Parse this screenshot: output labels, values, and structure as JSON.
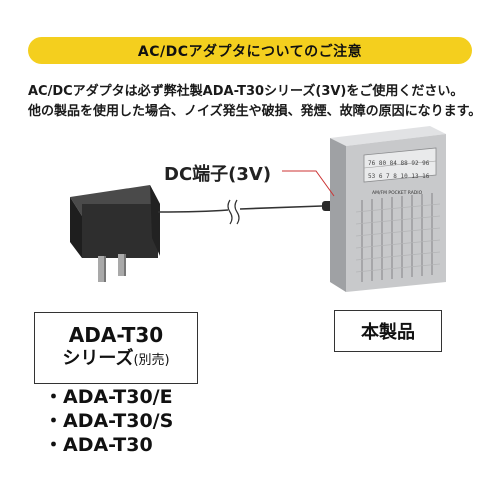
{
  "banner": {
    "title": "AC/DCアダプタについてのご注意"
  },
  "notice": {
    "line1": "AC/DCアダプタは必ず弊社製ADA-T30シリーズ(3V)をご使用ください。",
    "line2": "他の製品を使用した場合、ノイズ発生や破損、発煙、故障の原因になります。"
  },
  "dc_jack_label": "DC端子(3V)",
  "series_box": {
    "title": "ADA-T30",
    "subtitle": "シリーズ",
    "note": "(別売)"
  },
  "models": [
    "・ADA-T30/E",
    "・ADA-T30/S",
    "・ADA-T30"
  ],
  "product_label": "本製品",
  "radio": {
    "display_top": "76 80 84 88 92 96",
    "display_bottom": "53 6 7 8 10 13 16",
    "brand": "AM/FM POCKET RADIO"
  },
  "colors": {
    "banner": "#f4cf1e",
    "radio_body": "#c8c9cb",
    "adapter": "#2a2a2a",
    "pointer": "#cc3333"
  }
}
